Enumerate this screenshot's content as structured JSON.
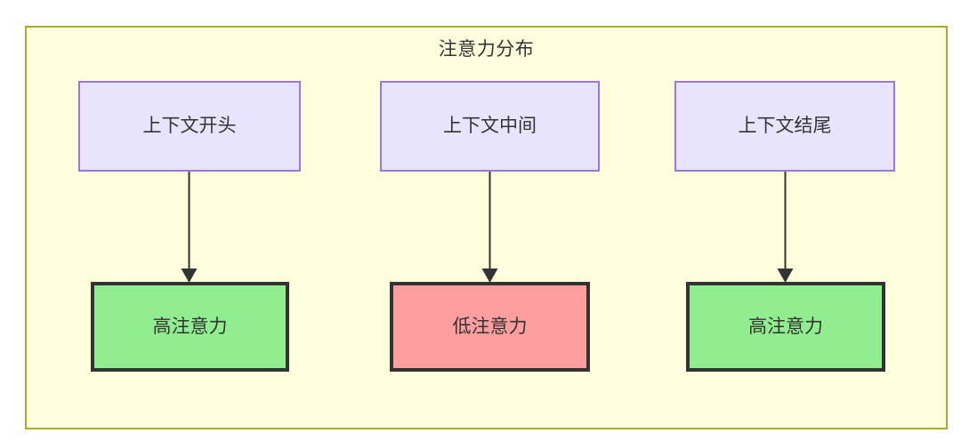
{
  "diagram": {
    "title": "注意力分布",
    "colors": {
      "container_fill": "#ffffde",
      "container_border": "#aaaa33",
      "context_fill": "#e8e4ff",
      "context_border": "#9a76dd",
      "high_attention_fill": "#90ee90",
      "low_attention_fill": "#ff9e9e",
      "node_border_dark": "#333333",
      "edge_color": "#333333",
      "text_color": "#333333"
    },
    "nodes": {
      "context_start": "上下文开头",
      "context_middle": "上下文中间",
      "context_end": "上下文结尾",
      "attention_start": "高注意力",
      "attention_middle": "低注意力",
      "attention_end": "高注意力"
    },
    "edges": [
      {
        "from": "上下文开头",
        "to": "高注意力"
      },
      {
        "from": "上下文中间",
        "to": "低注意力"
      },
      {
        "from": "上下文结尾",
        "to": "高注意力"
      }
    ]
  }
}
